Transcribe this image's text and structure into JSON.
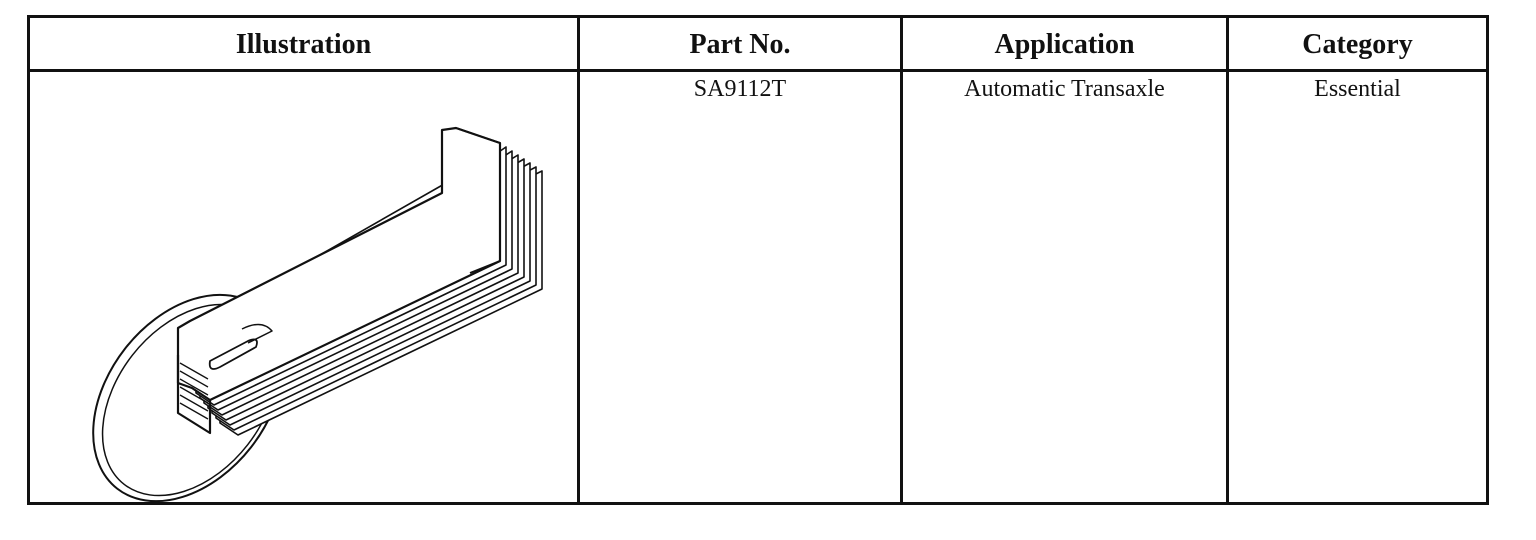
{
  "table": {
    "headers": {
      "illustration": "Illustration",
      "part_no": "Part No.",
      "application": "Application",
      "category": "Category"
    },
    "rows": [
      {
        "illustration_icon": "ruler-tool-illustration",
        "part_no": "SA9112T",
        "application": "Automatic Transaxle",
        "category": "Essential"
      }
    ]
  }
}
